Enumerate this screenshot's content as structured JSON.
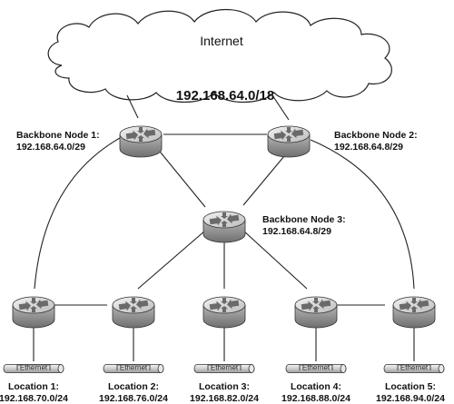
{
  "cloud": {
    "label": "Internet"
  },
  "supernet": "192.168.64.0/18",
  "backbone": [
    {
      "name": "Backbone Node 1:",
      "subnet": "192.168.64.0/29"
    },
    {
      "name": "Backbone Node 2:",
      "subnet": "192.168.64.8/29"
    },
    {
      "name": "Backbone Node 3:",
      "subnet": "192.168.64.8/29"
    }
  ],
  "locations": [
    {
      "name": "Location 1:",
      "subnet": "192.168.70.0/24",
      "segment": "Ethernet"
    },
    {
      "name": "Location 2:",
      "subnet": "192.168.76.0/24",
      "segment": "Ethernet"
    },
    {
      "name": "Location 3:",
      "subnet": "192.168.82.0/24",
      "segment": "Ethernet"
    },
    {
      "name": "Location 4:",
      "subnet": "192.168.88.0/24",
      "segment": "Ethernet"
    },
    {
      "name": "Location 5:",
      "subnet": "192.168.94.0/24",
      "segment": "Ethernet"
    }
  ],
  "colors": {
    "router_top": "#dcdcdc",
    "router_side": "#8f8f8f",
    "cable": "#d0d0d0",
    "line": "#222222"
  }
}
